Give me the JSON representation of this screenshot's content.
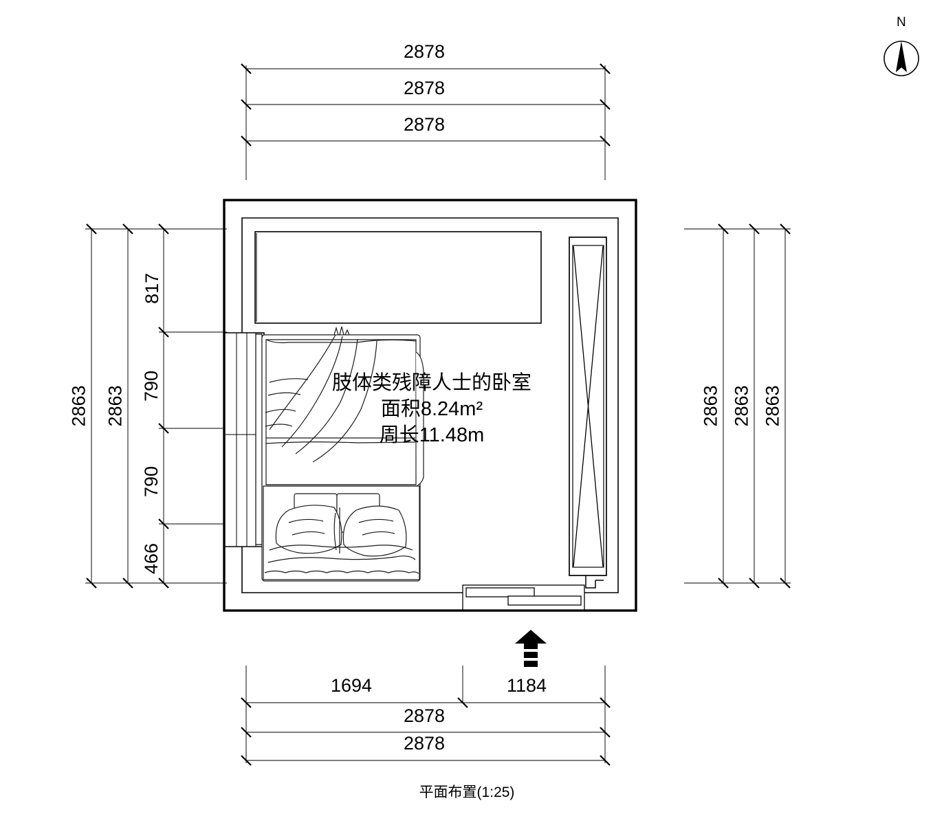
{
  "drawing": {
    "title": "平面布置(1:25)",
    "scale": "1:25",
    "north_label": "N"
  },
  "room": {
    "name": "肢体类残障人士的卧室",
    "area_label": "面积8.24m²",
    "perimeter_label": "周长11.48m",
    "area_value": "8.24",
    "area_unit": "m²",
    "perimeter_value": "11.48",
    "perimeter_unit": "m"
  },
  "dimensions": {
    "top": [
      {
        "id": "top-1",
        "value": "2878"
      },
      {
        "id": "top-2",
        "value": "2878"
      },
      {
        "id": "top-3",
        "value": "2878"
      }
    ],
    "bottom_chain": [
      {
        "id": "bottom-seg-1",
        "value": "1694"
      },
      {
        "id": "bottom-seg-2",
        "value": "1184"
      }
    ],
    "bottom": [
      {
        "id": "bottom-1",
        "value": "2878"
      },
      {
        "id": "bottom-2",
        "value": "2878"
      }
    ],
    "left_outer": [
      {
        "id": "left-1",
        "value": "2863"
      },
      {
        "id": "left-2",
        "value": "2863"
      }
    ],
    "left_chain": [
      {
        "id": "left-seg-1",
        "value": "817"
      },
      {
        "id": "left-seg-2",
        "value": "790"
      },
      {
        "id": "left-seg-3",
        "value": "790"
      },
      {
        "id": "left-seg-4",
        "value": "466"
      }
    ],
    "right": [
      {
        "id": "right-1",
        "value": "2863"
      },
      {
        "id": "right-2",
        "value": "2863"
      },
      {
        "id": "right-3",
        "value": "2863"
      }
    ]
  },
  "furniture": [
    {
      "id": "wardrobe-top",
      "name": "上部衣柜"
    },
    {
      "id": "bed",
      "name": "床"
    },
    {
      "id": "closet-right",
      "name": "右侧衣柜"
    },
    {
      "id": "window-left",
      "name": "左侧窗"
    },
    {
      "id": "sliding-door",
      "name": "推拉门"
    }
  ],
  "symbols": {
    "entry_arrow": "entry-direction-arrow",
    "north_arrow": "north-arrow"
  },
  "colors": {
    "line": "#000000",
    "thin_line": "#4a4a4a",
    "furniture_line": "#1a1a1a",
    "background": "#ffffff"
  }
}
